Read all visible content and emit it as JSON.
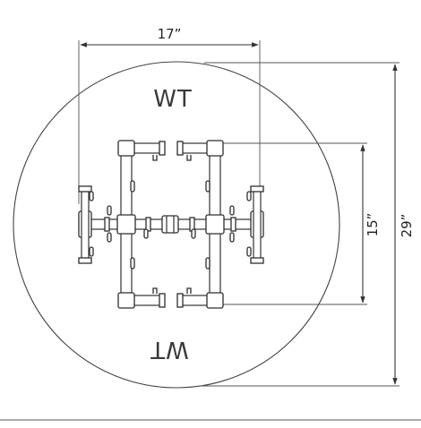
{
  "colors": {
    "line": "#333333",
    "text": "#222222",
    "background": "#ffffff"
  },
  "dimensions": {
    "width_label": "17”",
    "height_inner_label": "15”",
    "height_outer_label": "29”"
  },
  "labels": {
    "top": "WT",
    "bottom": "WT"
  }
}
